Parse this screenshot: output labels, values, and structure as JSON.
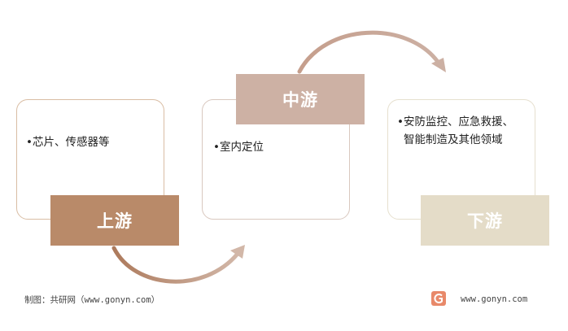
{
  "upstream": {
    "label": "上游",
    "items": [
      "•芯片、传感器等"
    ]
  },
  "midstream": {
    "label": "中游",
    "items": [
      "•室内定位"
    ]
  },
  "downstream": {
    "label": "下游",
    "items": [
      "•安防监控、应急救援、",
      "智能制造及其他领域"
    ]
  },
  "footer": {
    "source": "制图：共研网（www.gonyn.com）",
    "site": "www.gonyn.com"
  },
  "colors": {
    "upstream": "#b98a69",
    "midstream": "#cdb1a4",
    "downstream": "#e4dcc8",
    "arrow": "#c19a85"
  }
}
